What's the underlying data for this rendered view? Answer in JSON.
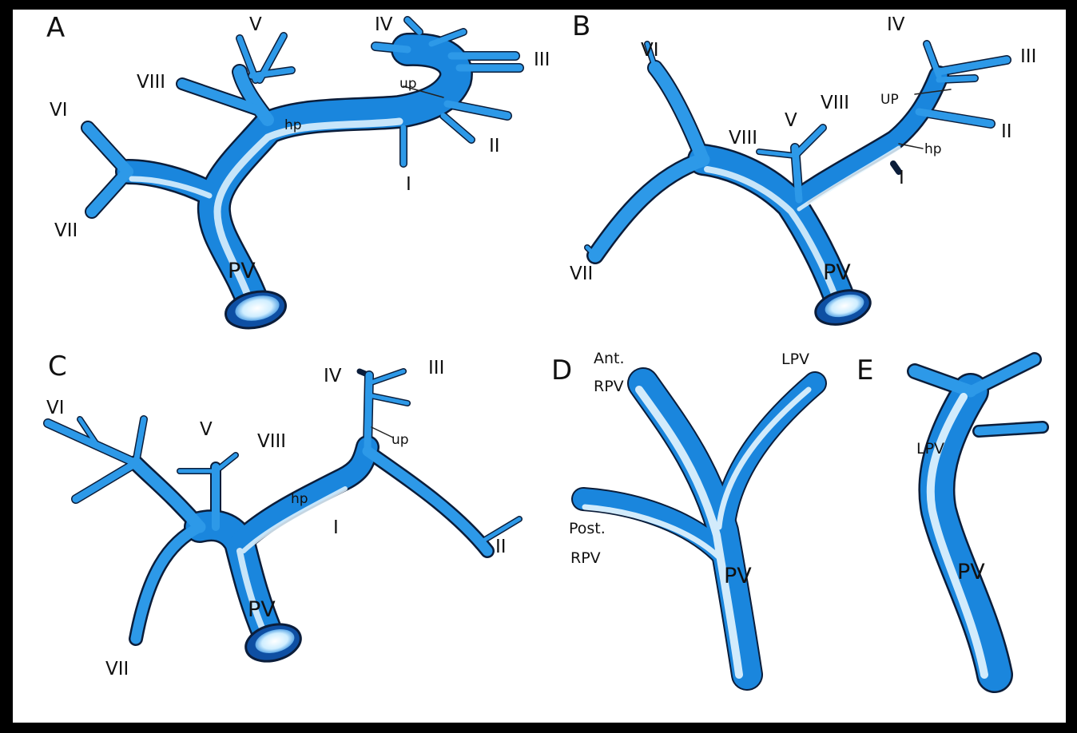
{
  "panels": {
    "A": {
      "letter": "A",
      "labels": {
        "V": "V",
        "IV": "IV",
        "III": "III",
        "VIII": "VIII",
        "VI": "VI",
        "up": "up",
        "hp": "hp",
        "II": "II",
        "I": "I",
        "VII": "VII",
        "PV": "PV"
      }
    },
    "B": {
      "letter": "B",
      "labels": {
        "IV": "IV",
        "VI": "VI",
        "III": "III",
        "UP": "UP",
        "VIII_top": "VIII",
        "V": "V",
        "VIII": "VIII",
        "hp": "hp",
        "II": "II",
        "I": "I",
        "VII": "VII",
        "PV": "PV"
      }
    },
    "C": {
      "letter": "C",
      "labels": {
        "IV": "IV",
        "III": "III",
        "VI": "VI",
        "V": "V",
        "VIII": "VIII",
        "up": "up",
        "hp": "hp",
        "I": "I",
        "II": "II",
        "VII": "VII",
        "PV": "PV"
      }
    },
    "D": {
      "letter": "D",
      "labels": {
        "ant_1": "Ant.",
        "ant_2": "RPV",
        "LPV": "LPV",
        "post_1": "Post.",
        "post_2": "RPV",
        "PV": "PV"
      }
    },
    "E": {
      "letter": "E",
      "labels": {
        "LPV": "LPV",
        "PV": "PV"
      }
    }
  },
  "colors": {
    "vessel_dark": "#0b63c4",
    "vessel_mid": "#2f9ae8",
    "vessel_light": "#d9f1ff",
    "frame": "#000000",
    "paper": "#ffffff"
  }
}
